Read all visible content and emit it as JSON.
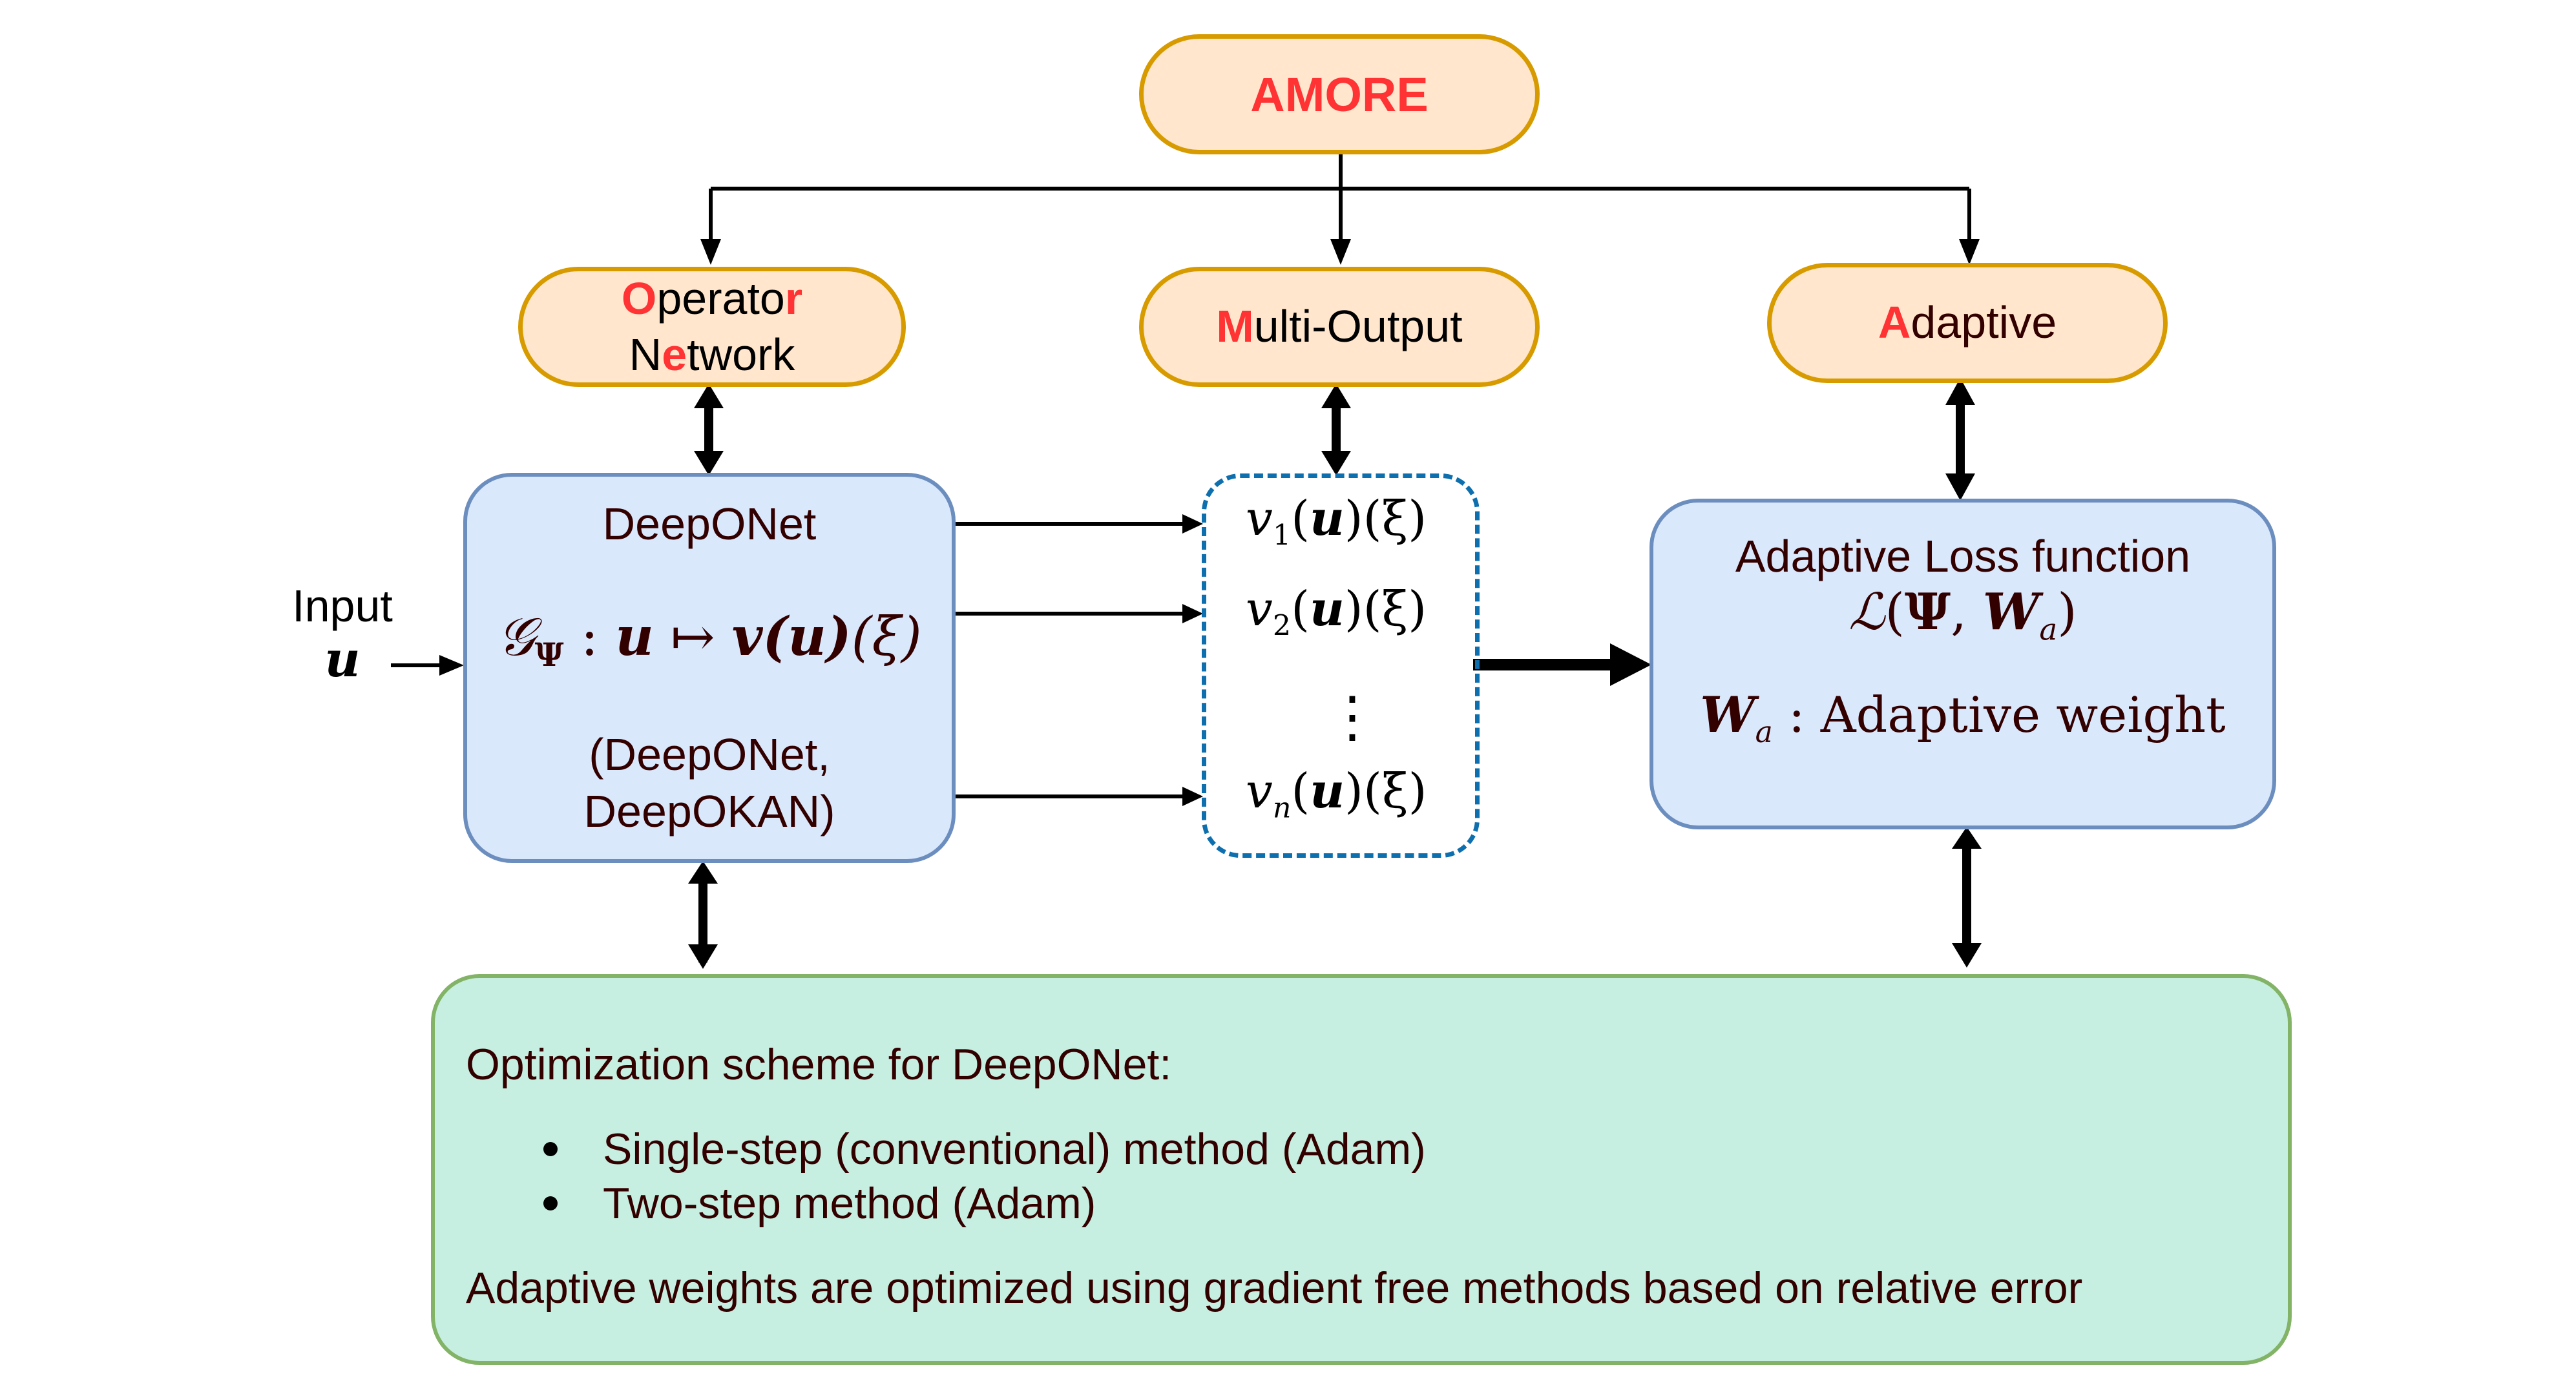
{
  "diagram": {
    "root": {
      "label": "AMORE"
    },
    "pillars": [
      {
        "id": "operator-network",
        "line1_highlight": "O",
        "line1_mid": "perato",
        "line1_highlight2": "r",
        "line2_pre": "N",
        "line2_highlight": "e",
        "line2_rest": "twork",
        "full_label": "Operator Network"
      },
      {
        "id": "multi-output",
        "highlight": "M",
        "rest": "ulti-Output",
        "full_label": "Multi-Output"
      },
      {
        "id": "adaptive",
        "highlight": "A",
        "rest": "daptive",
        "full_label": "Adaptive"
      }
    ],
    "input": {
      "label": "Input",
      "symbol": "u"
    },
    "deeponet_box": {
      "title": "DeepONet",
      "formula": {
        "op": "𝒢",
        "sub": "Ψ",
        "colon": " : ",
        "u": "u",
        "mapsto": " ↦ ",
        "v": "v",
        "paren_u": "(u)",
        "paren_xi": "(ξ)"
      },
      "variants_line1": "(DeepONet,",
      "variants_line2": "DeepOKAN)"
    },
    "outputs": {
      "items": [
        {
          "v": "v",
          "sub": "1",
          "rest_open": "(",
          "u": "u",
          "rest_close": ")(ξ)"
        },
        {
          "v": "v",
          "sub": "2",
          "rest_open": "(",
          "u": "u",
          "rest_close": ")(ξ)"
        },
        {
          "v": "v",
          "sub": "n",
          "rest_open": "(",
          "u": "u",
          "rest_close": ")(ξ)"
        }
      ],
      "ellipsis": "⋮"
    },
    "loss_box": {
      "title": "Adaptive Loss function",
      "formula": {
        "L": "ℒ",
        "open": "(",
        "psi": "Ψ",
        "comma": ", ",
        "W": "W",
        "sub": "a",
        "close": ")"
      },
      "weight_line": {
        "W": "W",
        "sub": "a",
        "text": " : Adaptive weight"
      }
    },
    "optimization_box": {
      "heading": "Optimization scheme for DeepONet:",
      "items": [
        "Single-step (conventional) method (Adam)",
        "Two-step method (Adam)"
      ],
      "footer": "Adaptive weights are optimized using gradient free methods based on relative error"
    },
    "colors": {
      "highlight": "#ff3333",
      "pill_fill": "#ffe6cc",
      "pill_stroke": "#d79b00",
      "blue_fill": "#dae8fc",
      "blue_stroke": "#6c8ebf",
      "green_fill": "#c6efe1",
      "green_stroke": "#82b366",
      "dashed_stroke": "#0e6fae",
      "text_dark": "#330000"
    }
  }
}
